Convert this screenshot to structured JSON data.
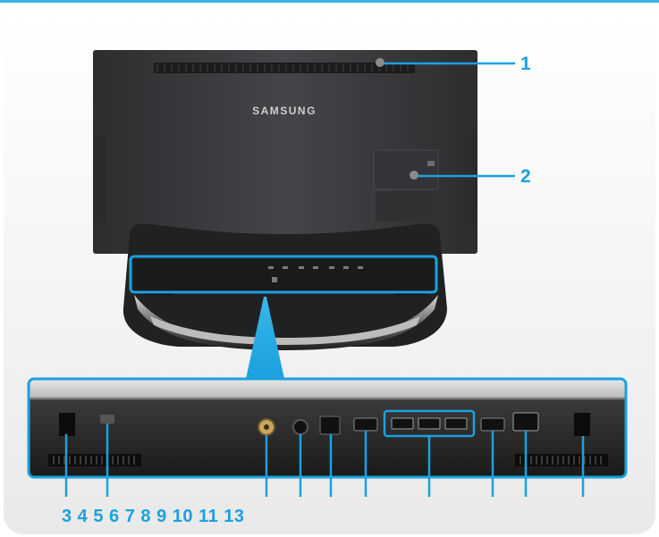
{
  "brand": {
    "logo_text": "SAMSUNG"
  },
  "callouts": {
    "label_1": "1",
    "label_2": "2",
    "bottom_sequence": "3 4 5 6 7 8 9 10 11 13"
  },
  "colors": {
    "accent": "#1ba1df",
    "monitor_body": "#3a3b3d",
    "background": "#f2f2f2"
  }
}
